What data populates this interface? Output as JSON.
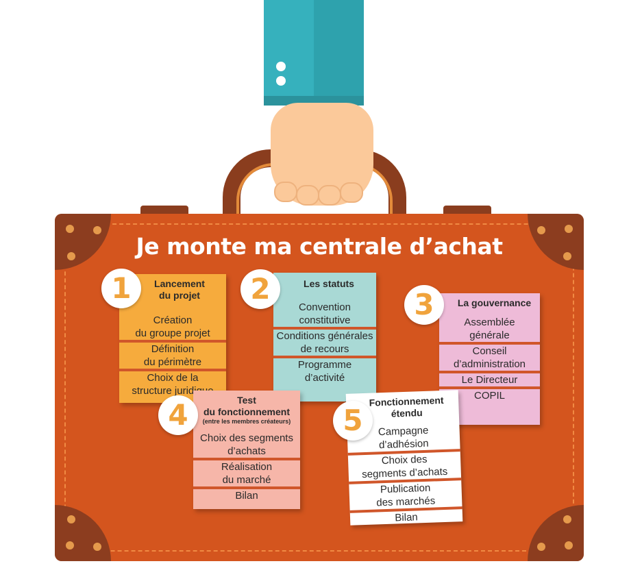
{
  "title": "Je monte ma centrale d’achat",
  "colors": {
    "suitcase": "#d4551e",
    "sleeve": "#36b1bd",
    "step1": "#f6ab3d",
    "step2": "#a9d9d5",
    "step3": "#eebbd8",
    "step4": "#f6b6a9",
    "step5": "#ffffff",
    "badge_number": "#f0a33c",
    "divider": "#d0562a"
  },
  "steps": [
    {
      "number": "1",
      "title_lines": [
        "Lancement",
        "du projet"
      ],
      "items": [
        [
          "Création",
          "du groupe projet"
        ],
        [
          "Définition",
          "du périmètre"
        ],
        [
          "Choix de la",
          "structure juridique"
        ]
      ]
    },
    {
      "number": "2",
      "title_lines": [
        "Les statuts"
      ],
      "items": [
        [
          "Convention",
          "constitutive"
        ],
        [
          "Conditions générales",
          "de recours"
        ],
        [
          "Programme",
          "d’activité"
        ]
      ]
    },
    {
      "number": "3",
      "title_lines": [
        "La gouvernance"
      ],
      "items": [
        [
          "Assemblée",
          "générale"
        ],
        [
          "Conseil",
          "d’administration"
        ],
        [
          "Le Directeur"
        ],
        [
          "COPIL"
        ]
      ]
    },
    {
      "number": "4",
      "title_lines": [
        "Test",
        "du fonctionnement"
      ],
      "subtitle": "(entre les membres créateurs)",
      "items": [
        [
          "Choix des segments",
          "d’achats"
        ],
        [
          "Réalisation",
          "du marché"
        ],
        [
          "Bilan"
        ]
      ]
    },
    {
      "number": "5",
      "title_lines": [
        "Fonctionnement",
        "étendu"
      ],
      "items": [
        [
          "Campagne",
          "d’adhésion"
        ],
        [
          "Choix des",
          "segments d’achats"
        ],
        [
          "Publication",
          "des marchés"
        ],
        [
          "Bilan"
        ]
      ]
    }
  ]
}
